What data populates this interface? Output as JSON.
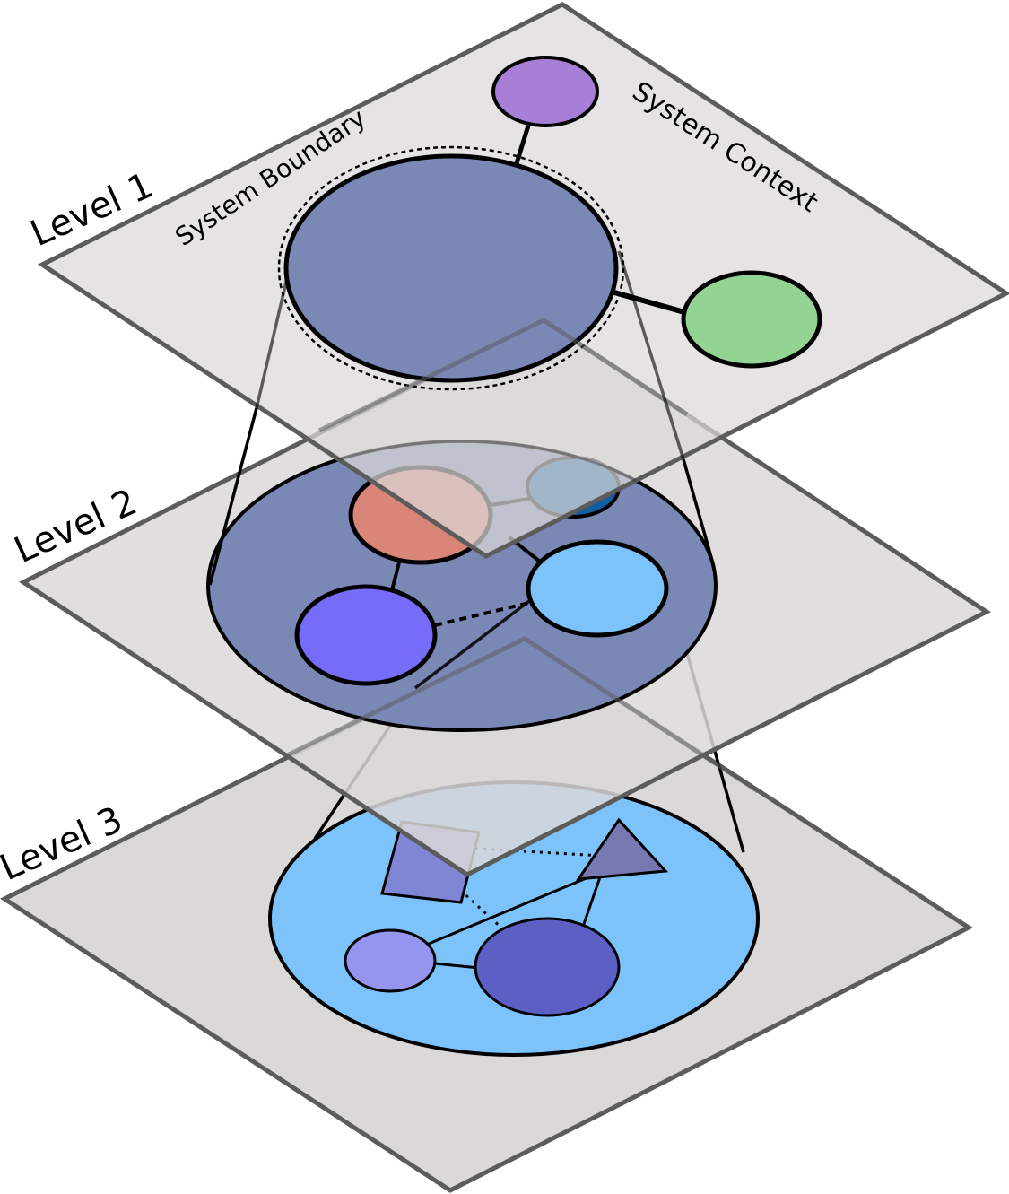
{
  "labels": {
    "level1": "Level 1",
    "level2": "Level 2",
    "level3": "Level 3",
    "system_boundary": "System Boundary",
    "system_context": "System Context"
  },
  "colors": {
    "plane_fill": "#dbd8d8",
    "plane_stroke": "#5c5c5c",
    "system": "#7a88b5",
    "context_purple": "#a77fd6",
    "context_green": "#93d394",
    "container_salmon": "#d98577",
    "container_teal": "#0e5ea0",
    "container_light_blue": "#7cc3fc",
    "container_violet": "#776cfa",
    "level3_fill": "#7cc3fc",
    "component_square": "#7f86d6",
    "component_triangle": "#7979b1",
    "component_small": "#9595f0",
    "component_large": "#5c60c4"
  }
}
